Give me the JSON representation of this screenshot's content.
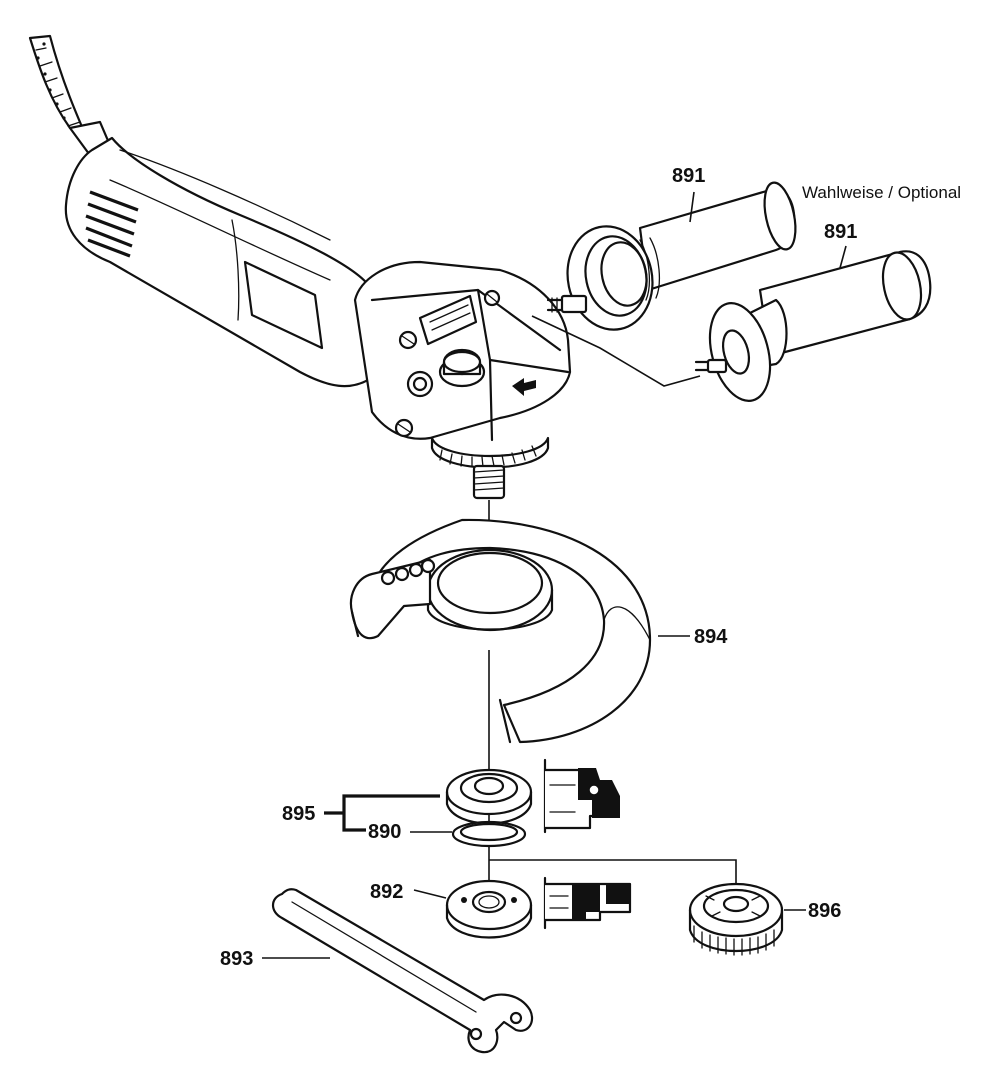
{
  "labels": {
    "handle_optional": "891",
    "handle_standard": "891",
    "optional_note": "Wahlweise / Optional",
    "guard": "894",
    "flange_set": "895",
    "o_ring": "890",
    "clamp_nut": "892",
    "quick_nut": "896",
    "spanner": "893"
  }
}
